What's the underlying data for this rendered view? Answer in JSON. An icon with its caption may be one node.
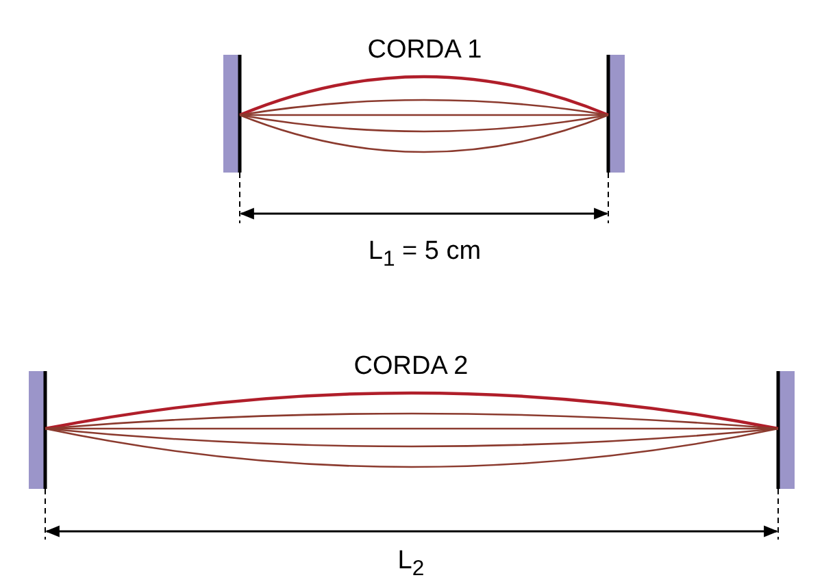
{
  "diagram": {
    "labels": [
      "CORDA 1",
      "L$_{1}$ = 5 cm",
      "CORDA 2",
      "L$_{2}$"
    ]
  }
}
